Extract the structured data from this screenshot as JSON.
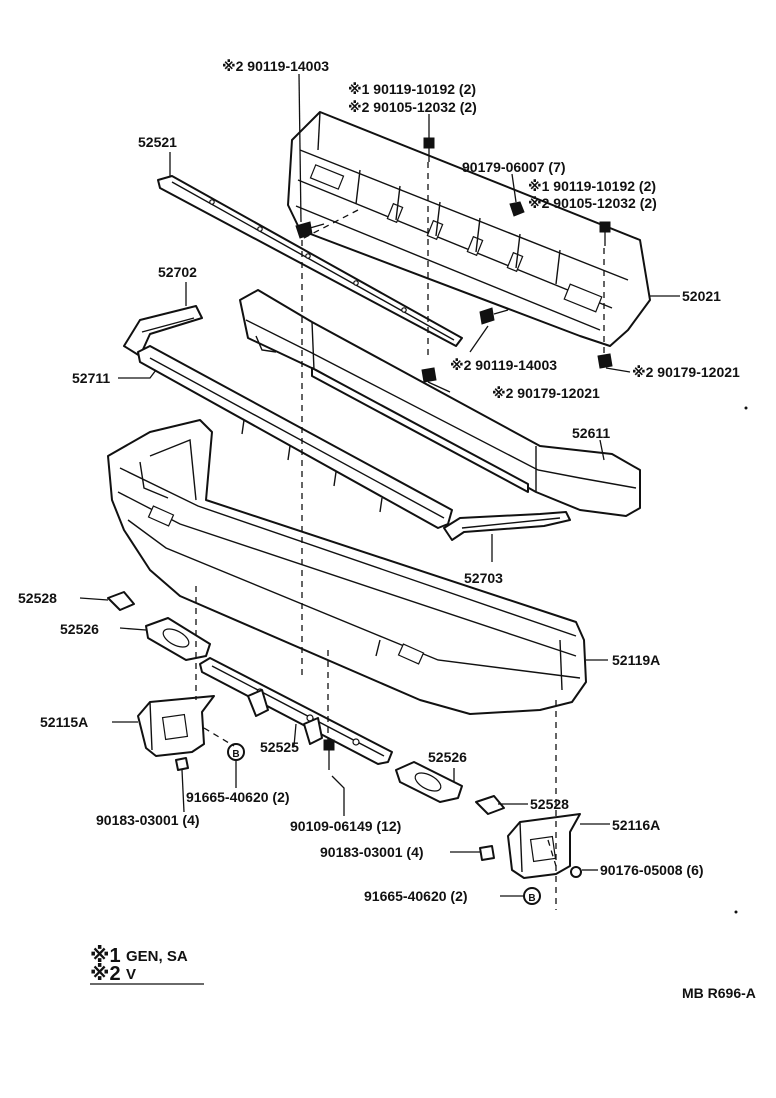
{
  "callouts": {
    "c01": "※2 90119-14003",
    "c02": "※1 90119-10192 (2)",
    "c03": "※2 90105-12032 (2)",
    "c04": "90179-06007 (7)",
    "c05": "※1 90119-10192 (2)",
    "c06": "※2 90105-12032 (2)",
    "c07": "52521",
    "c08": "52702",
    "c09": "52021",
    "c10": "※2 90119-14003",
    "c11": "※2 90179-12021",
    "c12": "52711",
    "c13": "※2 90179-12021",
    "c14": "52611",
    "c15": "52703",
    "c16": "52528",
    "c17": "52526",
    "c18": "52119A",
    "c19": "52115A",
    "c20": "52525",
    "c21": "52526",
    "c22": "91665-40620 (2)",
    "c23": "52528",
    "c24": "90183-03001 (4)",
    "c25": "90109-06149 (12)",
    "c26": "52116A",
    "c27": "90183-03001 (4)",
    "c28": "90176-05008 (6)",
    "c29": "91665-40620 (2)"
  },
  "legend": {
    "line1_mark": "※1",
    "line1_text": "GEN, SA",
    "line2_mark": "※2",
    "line2_text": "V"
  },
  "drawing_code": "MB R696-A",
  "icons": {
    "bolt": "bolt-icon",
    "nut": "nut-icon",
    "clip": "clip-icon",
    "b_marker": "b-circle-icon"
  },
  "clip_marker_letter": "B"
}
